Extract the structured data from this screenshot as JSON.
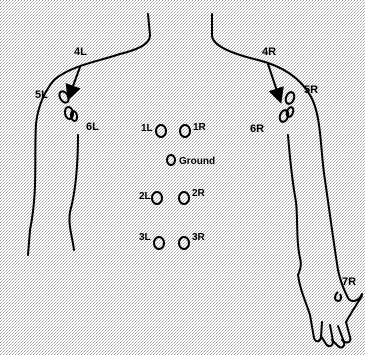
{
  "diagram": {
    "colors": {
      "ink": "#000000",
      "stipple": "#c8c8c8",
      "paper": "#ffffff"
    },
    "labels": {
      "l4": "4L",
      "l5": "5L",
      "l6": "6L",
      "r4": "4R",
      "r5": "5R",
      "r6": "6R",
      "r7": "7R",
      "c1l": "1L",
      "c1r": "1R",
      "ground": "Ground",
      "c2l": "2L",
      "c2r": "2R",
      "c3l": "3L",
      "c3r": "3R"
    }
  }
}
